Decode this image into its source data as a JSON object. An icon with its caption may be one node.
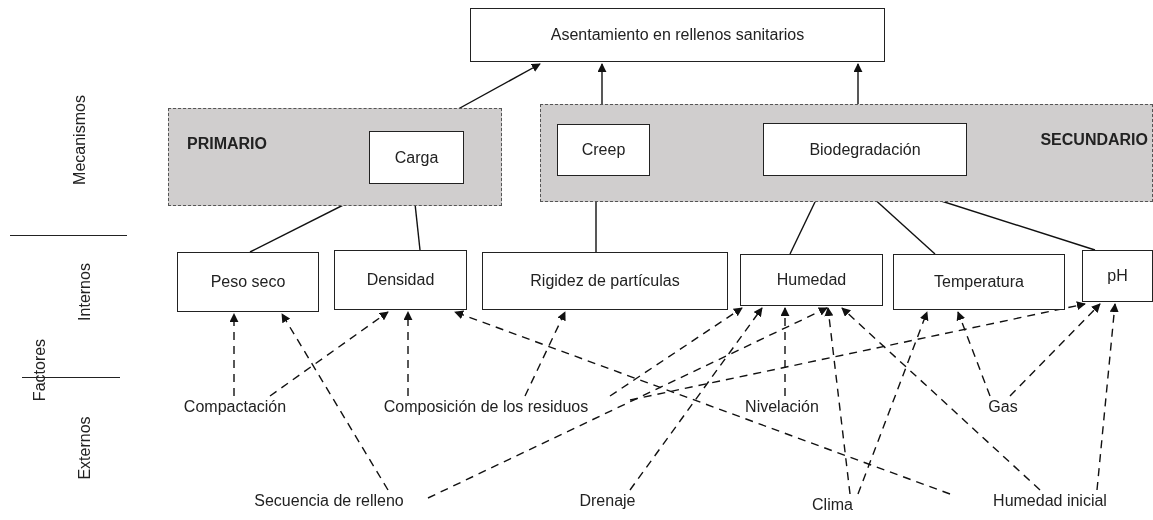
{
  "diagram": {
    "nodes": [
      {
        "text": [
          "Asentamiento en rellenos sanitarios"
        ]
      },
      {
        "text": [
          "PRIMARIO"
        ]
      },
      {
        "text": [
          "Carga"
        ],
        "in": 1
      },
      {
        "text": [
          "SECUNDARIO"
        ]
      },
      {
        "text": [
          "Creep"
        ],
        "in": 3
      },
      {
        "text": [
          "Biodegradación"
        ],
        "in": 3
      },
      {
        "text": [
          "Peso seco"
        ]
      },
      {
        "text": [
          "Densidad"
        ]
      },
      {
        "text": [
          "Rigidez de partículas"
        ]
      },
      {
        "text": [
          "Humedad"
        ]
      },
      {
        "text": [
          "Temperatura"
        ]
      },
      {
        "text": [
          "pH"
        ]
      },
      {
        "text": [
          "Compactación"
        ]
      },
      {
        "text": [
          "Composición de los residuos"
        ]
      },
      {
        "text": [
          "Nivelación"
        ]
      },
      {
        "text": [
          "Gas"
        ]
      },
      {
        "text": [
          "Secuencia de relleno"
        ]
      },
      {
        "text": [
          "Drenaje"
        ]
      },
      {
        "text": [
          "Clima"
        ]
      },
      {
        "text": [
          "Humedad inicial"
        ]
      }
    ],
    "edges": [
      {
        "from": 2,
        "to": 0,
        "arrow": "to"
      },
      {
        "from": 4,
        "to": 0,
        "arrow": "to"
      },
      {
        "from": 5,
        "to": 0,
        "arrow": "to"
      },
      {
        "from": 6,
        "to": 2,
        "arrow": "to"
      },
      {
        "from": 7,
        "to": 2,
        "arrow": "to"
      },
      {
        "from": 8,
        "to": 4,
        "arrow": "to"
      },
      {
        "from": 9,
        "to": 5,
        "arrow": "to"
      },
      {
        "from": 10,
        "to": 5,
        "arrow": "to"
      },
      {
        "from": 11,
        "to": 5,
        "arrow": "to"
      },
      {
        "from": 12,
        "to": 6,
        "arrow": "to",
        "style": "dashed"
      },
      {
        "from": 12,
        "to": 7,
        "arrow": "to",
        "style": "dashed"
      },
      {
        "from": 13,
        "to": 7,
        "arrow": "to",
        "style": "dashed"
      },
      {
        "from": 13,
        "to": 8,
        "arrow": "to",
        "style": "dashed"
      },
      {
        "from": 13,
        "to": 9,
        "arrow": "to",
        "style": "dashed"
      },
      {
        "from": 13,
        "to": 11,
        "arrow": "to",
        "style": "dashed"
      },
      {
        "from": 14,
        "to": 9,
        "arrow": "to",
        "style": "dashed"
      },
      {
        "from": 15,
        "to": 10,
        "arrow": "to",
        "style": "dashed"
      },
      {
        "from": 15,
        "to": 11,
        "arrow": "to",
        "style": "dashed"
      },
      {
        "from": 16,
        "to": 6,
        "arrow": "to",
        "style": "dashed"
      },
      {
        "from": 16,
        "to": 9,
        "arrow": "to",
        "style": "dashed"
      },
      {
        "from": 17,
        "to": 9,
        "arrow": "to",
        "style": "dashed"
      },
      {
        "from": 18,
        "to": 9,
        "arrow": "to",
        "style": "dashed"
      },
      {
        "from": 18,
        "to": 10,
        "arrow": "to",
        "style": "dashed"
      },
      {
        "from": 19,
        "to": 7,
        "arrow": "to",
        "style": "dashed"
      },
      {
        "from": 19,
        "to": 9,
        "arrow": "to",
        "style": "dashed"
      },
      {
        "from": 19,
        "to": 11,
        "arrow": "to",
        "style": "dashed"
      }
    ],
    "labels": [
      "Mecanismos",
      "Internos",
      "Externos",
      "Factores"
    ]
  }
}
